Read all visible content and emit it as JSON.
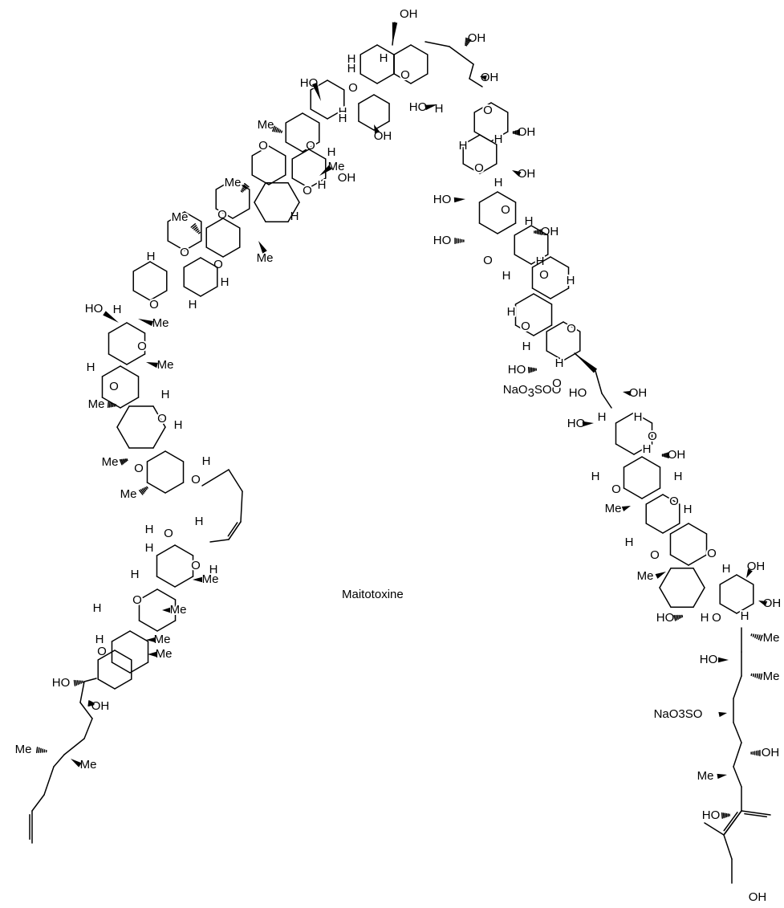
{
  "caption": "Maitotoxine",
  "labels": {
    "oh": "OH",
    "ho": "HO",
    "h": "H",
    "o": "O",
    "me": "Me",
    "na_a": "NaO",
    "na_sub": "3",
    "na_b": "SO",
    "naso3o": "NaO3SO"
  },
  "colors": {
    "ink": "#000000",
    "background": "#ffffff"
  }
}
